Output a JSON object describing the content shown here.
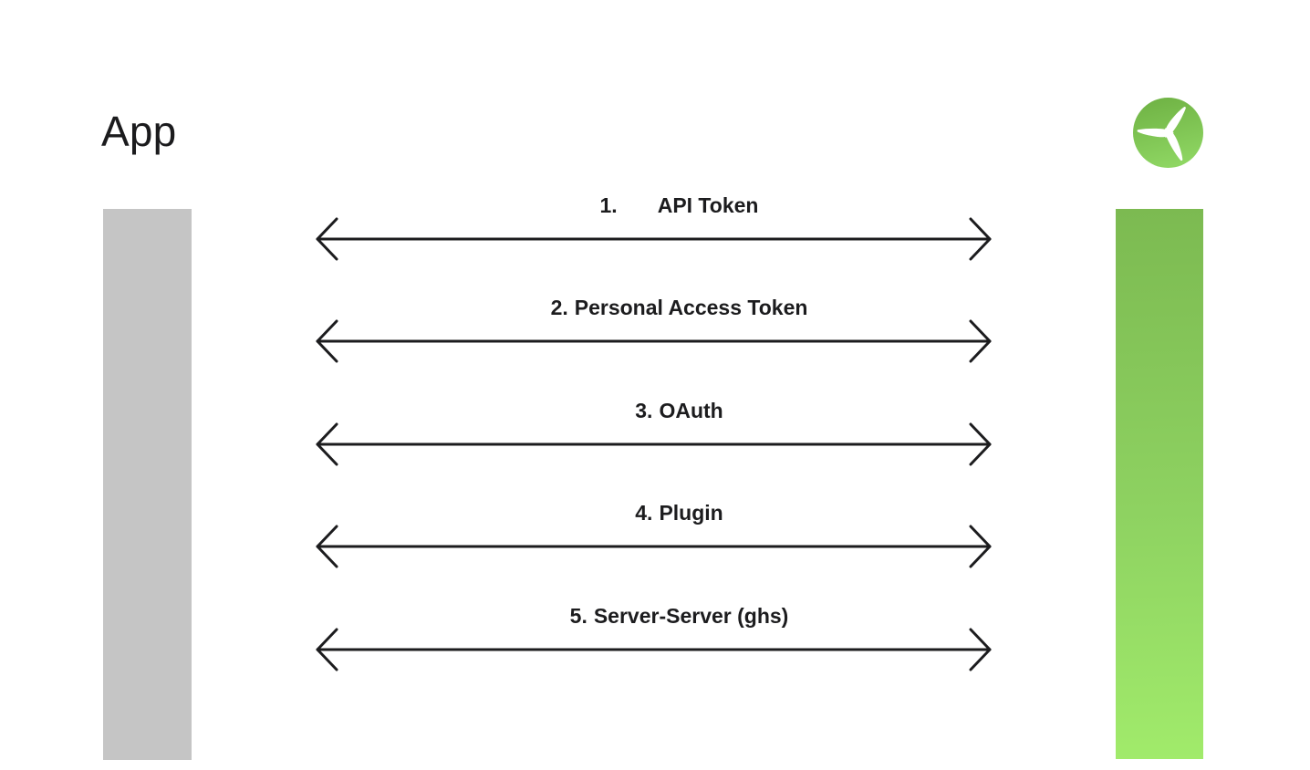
{
  "diagram": {
    "left_entity": {
      "title": "App",
      "bar_color": "#c5c5c5"
    },
    "right_entity": {
      "logo": "turbine-propeller-icon",
      "bar_gradient_top": "#7cba51",
      "bar_gradient_bottom": "#a1eb6b"
    },
    "connections": [
      {
        "num": "1.",
        "label": "API Token"
      },
      {
        "num": "2.",
        "label": "Personal Access Token"
      },
      {
        "num": "3.",
        "label": "OAuth"
      },
      {
        "num": "4.",
        "label": "Plugin"
      },
      {
        "num": "5.",
        "label": "Server-Server (ghs)"
      }
    ],
    "colors": {
      "arrow": "#1c1c1e",
      "label_text": "#1c1c1e",
      "left_bar": "#c5c5c5",
      "right_bar_top": "#7cba51",
      "right_bar_mid": "#8ed261",
      "right_bar_bottom": "#a1eb6b",
      "logo_green_dark": "#70b345",
      "logo_green_light": "#8fd763"
    }
  }
}
